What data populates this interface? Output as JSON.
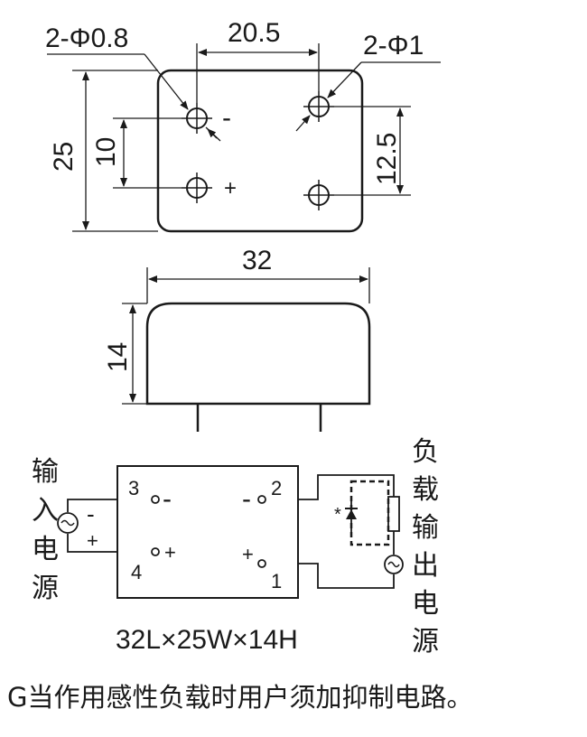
{
  "top_view": {
    "dim_hole_small": "2-Φ0.8",
    "dim_width_holes": "20.5",
    "dim_hole_large": "2-Φ1",
    "dim_height": "25",
    "dim_pin_spacing_left": "10",
    "dim_pin_spacing_right": "12.5",
    "mark_minus": "-",
    "mark_plus": "+"
  },
  "side_view": {
    "dim_length": "32",
    "dim_height": "14"
  },
  "wiring": {
    "pin3": "3",
    "pin2": "2",
    "pin4": "4",
    "pin1": "1",
    "input_source_chars": [
      "输",
      "入",
      "电",
      "源"
    ],
    "load_source_chars": [
      "负",
      "载",
      "输",
      "出",
      "电",
      "源"
    ],
    "input_minus": "-",
    "input_plus": "+",
    "sign_minus_left": "-",
    "sign_minus_right": "-",
    "sign_plus_left": "+",
    "sign_plus_right": "+",
    "star": "*"
  },
  "size_label": "32L×25W×14H",
  "note": "G当作用感性负载时用户须加抑制电路。"
}
